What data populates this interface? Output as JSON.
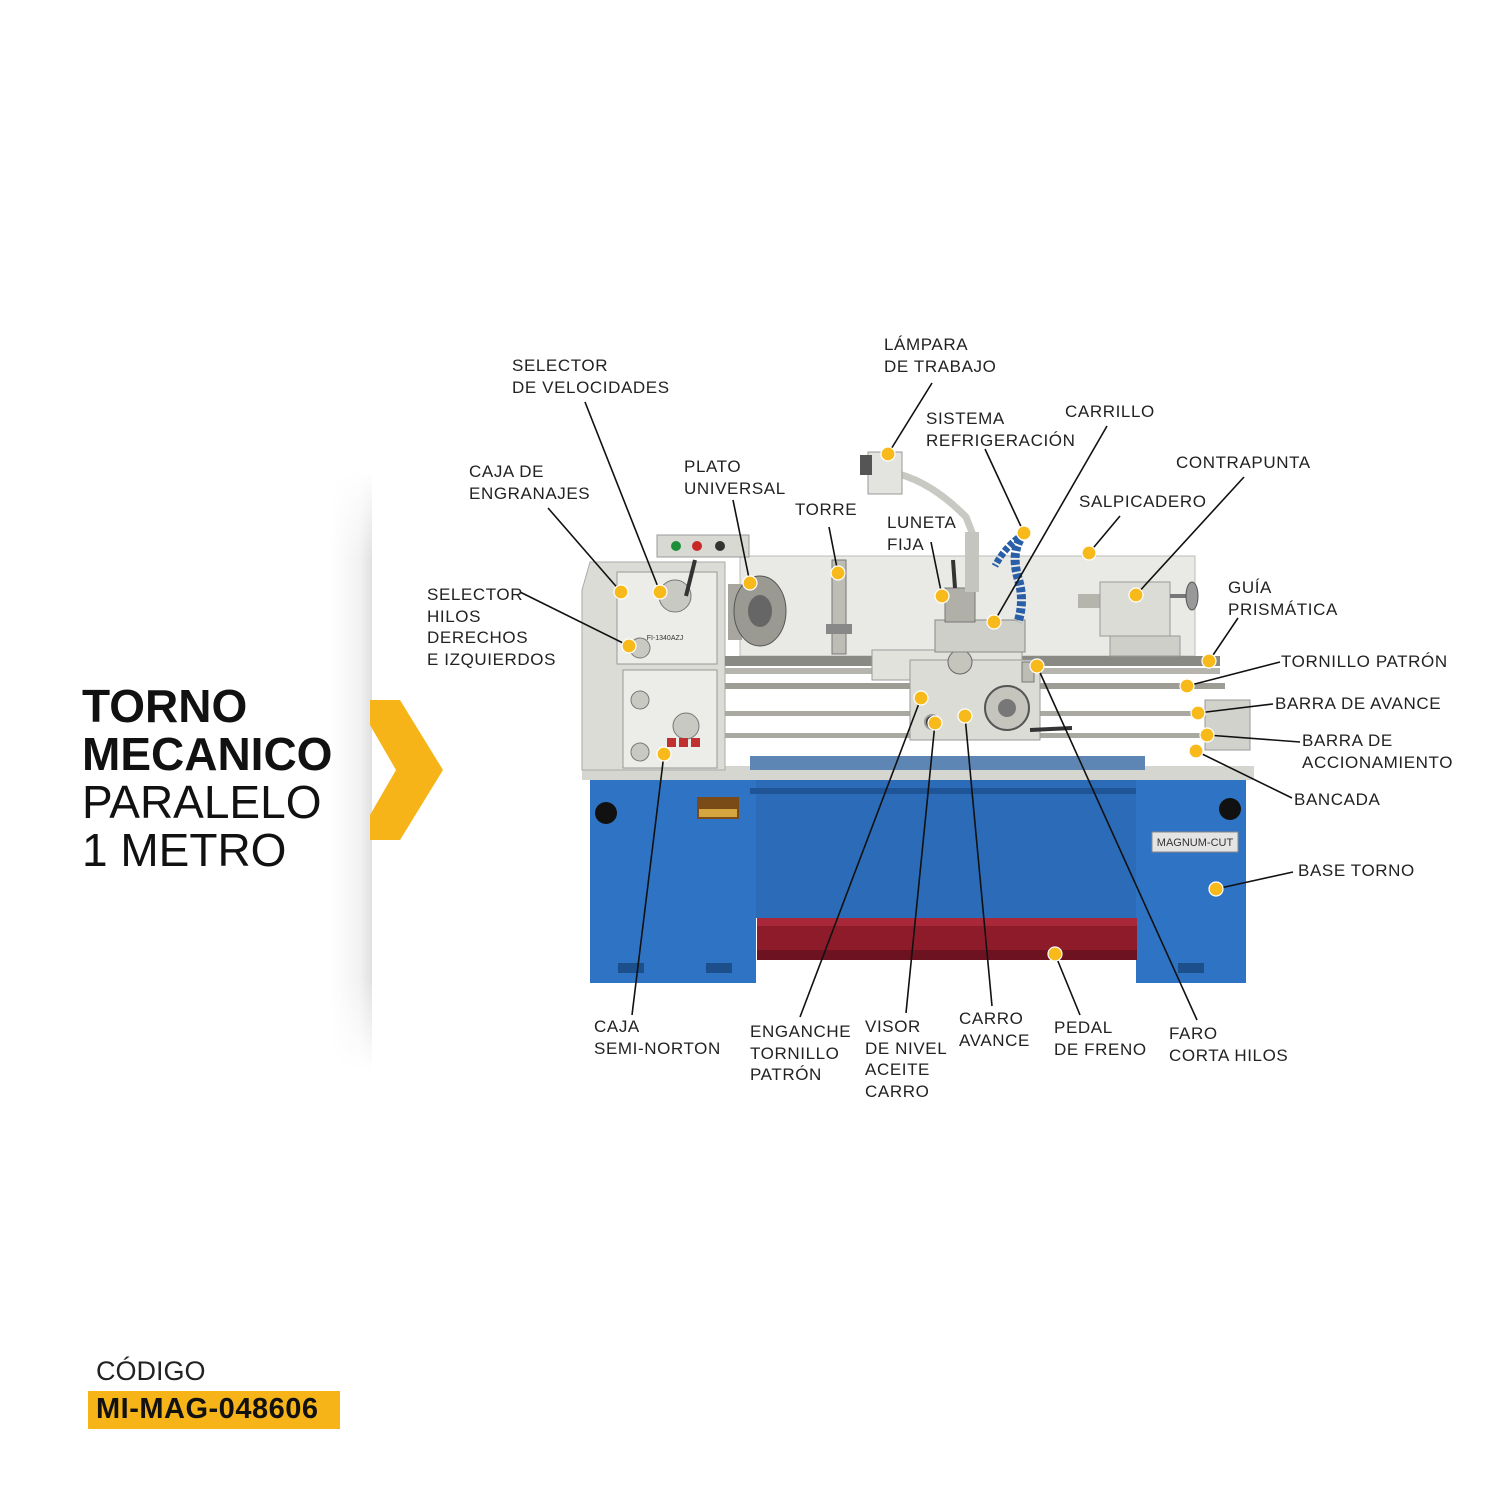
{
  "title": {
    "line1": "TORNO",
    "line2": "MECANICO",
    "line3": "PARALELO",
    "line4": "1 METRO"
  },
  "code": {
    "caption": "CÓDIGO",
    "value": "MI-MAG-048606"
  },
  "colors": {
    "accent": "#f6b419",
    "marker": "#f8b91b",
    "machine_blue": "#2f74c4",
    "machine_gray": "#dcdcd6",
    "pedal_red": "#8e1b2a"
  },
  "machine": {
    "model_plate": "FI-1340AZJ",
    "brand_plate": "MAGNUM-CUT"
  },
  "labels": [
    {
      "id": "selector-velocidades",
      "lines": [
        "SELECTOR",
        "DE VELOCIDADES"
      ]
    },
    {
      "id": "lampara-trabajo",
      "lines": [
        "LÁMPARA",
        "DE TRABAJO"
      ]
    },
    {
      "id": "sistema-refrigeracion",
      "lines": [
        "SISTEMA",
        "REFRIGERACIÓN"
      ]
    },
    {
      "id": "carrillo",
      "lines": [
        "CARRILLO"
      ]
    },
    {
      "id": "contrapunta",
      "lines": [
        "CONTRAPUNTA"
      ]
    },
    {
      "id": "caja-engranajes",
      "lines": [
        "CAJA DE",
        "ENGRANAJES"
      ]
    },
    {
      "id": "plato-universal",
      "lines": [
        "PLATO",
        "UNIVERSAL"
      ]
    },
    {
      "id": "torre",
      "lines": [
        "TORRE"
      ]
    },
    {
      "id": "luneta-fija",
      "lines": [
        "LUNETA",
        "FIJA"
      ]
    },
    {
      "id": "salpicadero",
      "lines": [
        "SALPICADERO"
      ]
    },
    {
      "id": "guia-prismatica",
      "lines": [
        "GUÍA",
        "PRISMÁTICA"
      ]
    },
    {
      "id": "selector-hilos",
      "lines": [
        "SELECTOR",
        "HILOS",
        "DERECHOS",
        "E IZQUIERDOS"
      ]
    },
    {
      "id": "tornillo-patron",
      "lines": [
        "TORNILLO PATRÓN"
      ]
    },
    {
      "id": "barra-avance",
      "lines": [
        "BARRA DE AVANCE"
      ]
    },
    {
      "id": "barra-accionamiento",
      "lines": [
        "BARRA DE",
        "ACCIONAMIENTO"
      ]
    },
    {
      "id": "bancada",
      "lines": [
        "BANCADA"
      ]
    },
    {
      "id": "base-torno",
      "lines": [
        "BASE TORNO"
      ]
    },
    {
      "id": "caja-semi-norton",
      "lines": [
        "CAJA",
        "SEMI-NORTON"
      ]
    },
    {
      "id": "enganche-tornillo",
      "lines": [
        "ENGANCHE",
        "TORNILLO",
        "PATRÓN"
      ]
    },
    {
      "id": "visor-nivel",
      "lines": [
        "VISOR",
        "DE NIVEL",
        "ACEITE",
        "CARRO"
      ]
    },
    {
      "id": "carro-avance",
      "lines": [
        "CARRO",
        "AVANCE"
      ]
    },
    {
      "id": "pedal-freno",
      "lines": [
        "PEDAL",
        "DE FRENO"
      ]
    },
    {
      "id": "faro-corta-hilos",
      "lines": [
        "FARO",
        "CORTA HILOS"
      ]
    }
  ]
}
